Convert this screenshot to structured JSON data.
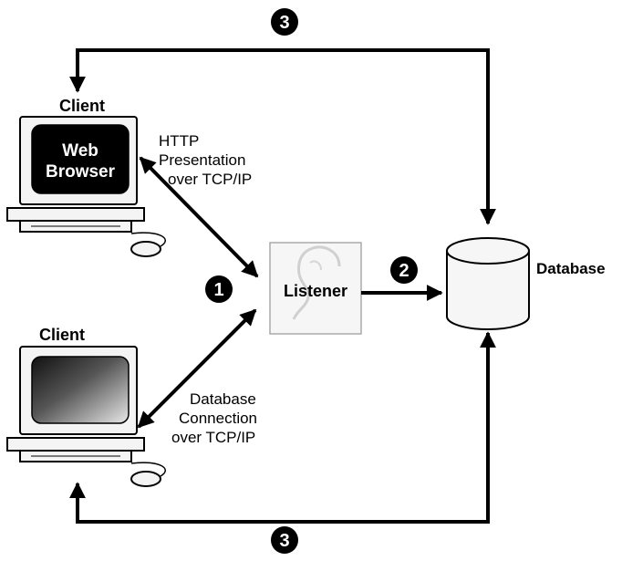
{
  "labels": {
    "client_top": "Client",
    "client_bottom": "Client",
    "web_browser_line1": "Web",
    "web_browser_line2": "Browser",
    "listener": "Listener",
    "database": "Database",
    "http_line1": "HTTP",
    "http_line2": "Presentation",
    "http_line3": "over TCP/IP",
    "db_conn_line1": "Database",
    "db_conn_line2": "Connection",
    "db_conn_line3": "over TCP/IP"
  },
  "steps": {
    "step_top": "3",
    "step_left": "1",
    "step_right": "2",
    "step_bottom": "3"
  }
}
